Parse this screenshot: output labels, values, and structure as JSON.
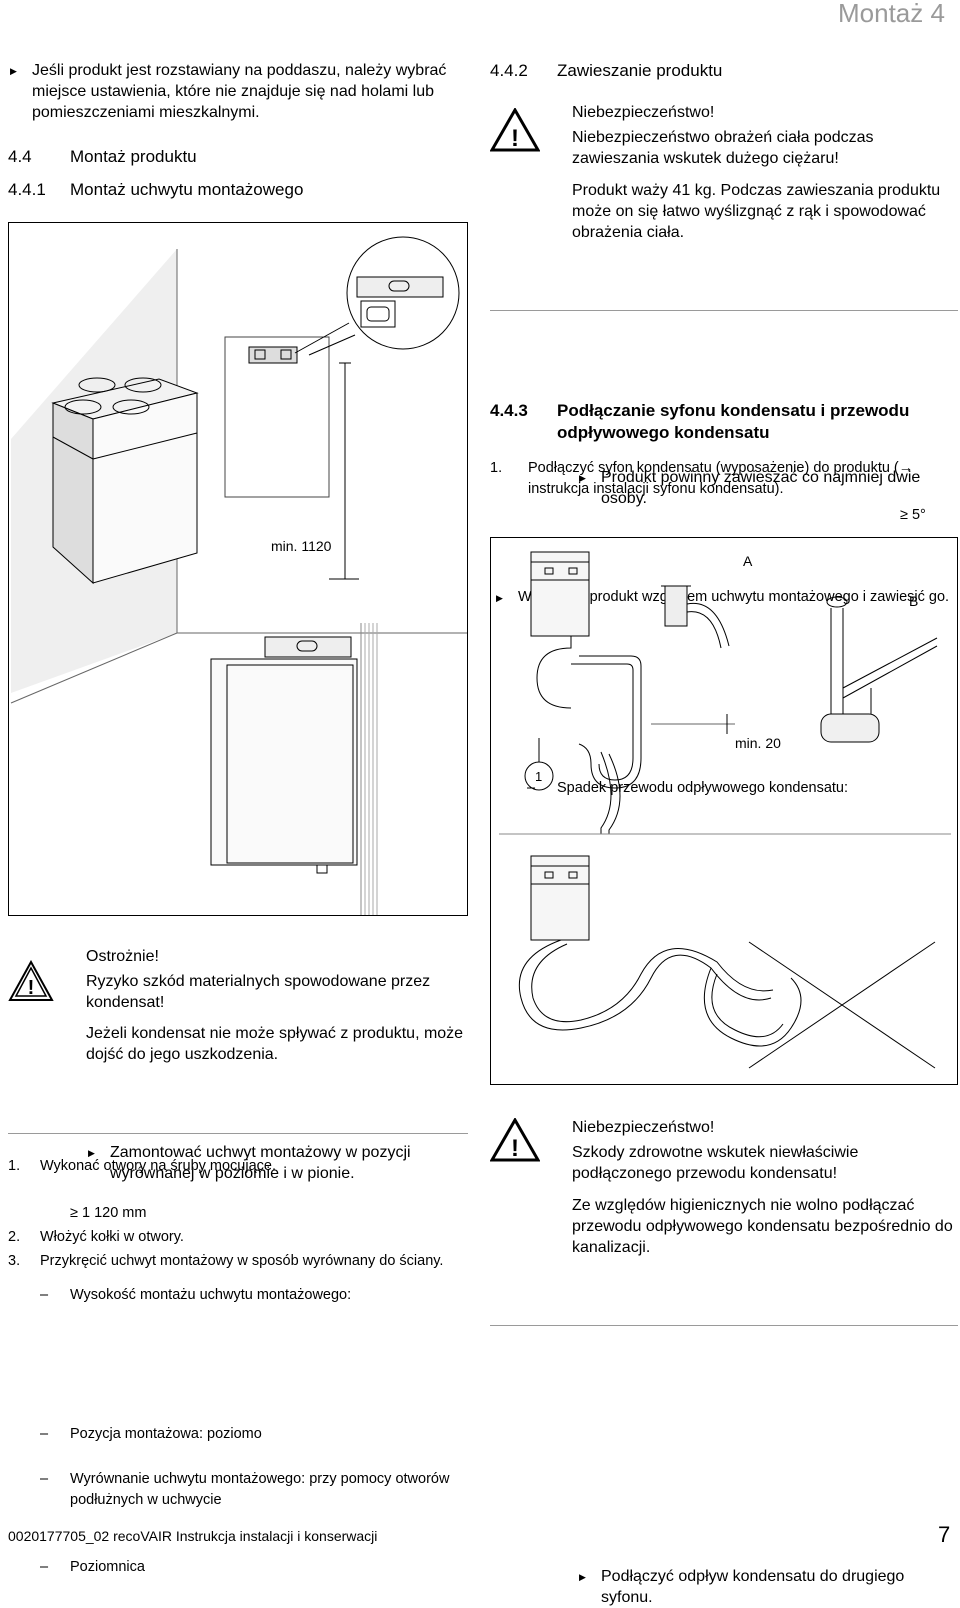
{
  "header": {
    "chapter": "Montaż 4"
  },
  "left_top": {
    "bullet": "Jeśli produkt jest rozstawiany na poddaszu, należy wybrać miejsce ustawienia, które nie znajduje się nad holami lub pomieszczeniami mieszkalnymi.",
    "h44_num": "4.4",
    "h44_title": "Montaż produktu",
    "h441_num": "4.4.1",
    "h441_title": "Montaż uchwytu montażowego"
  },
  "fig1": {
    "min_label": "min. 1120"
  },
  "caution": {
    "title": "Ostrożnie!",
    "subtitle": "Ryzyko szkód materialnych spowodowane przez kondensat!",
    "body": "Jeżeli kondensat nie może spływać z produktu, może dojść do jego uszkodzenia.",
    "bullet": "Zamontować uchwyt montażowy w pozycji wyrównanej w poziomie i w pionie."
  },
  "steps": {
    "s1_num": "1.",
    "s1": "Wykonać otwory na śruby mocujące.",
    "s1_sub": "Wysokość montażu uchwytu montażowego:",
    "s1_sub2": "≥ 1 120 mm",
    "s2_num": "2.",
    "s2": "Włożyć kołki w otwory.",
    "s3_num": "3.",
    "s3": "Przykręcić uchwyt montażowy w sposób wyrównany do ściany.",
    "s3_a": "Pozycja montażowa: poziomo",
    "s3_b": "Wyrównanie uchwytu montażowego: przy pomocy otworów podłużnych w uchwycie",
    "s3_c": "Poziomnica"
  },
  "right_top": {
    "h442_num": "4.4.2",
    "h442_title": "Zawieszanie produktu",
    "danger_title": "Niebezpieczeństwo!",
    "danger_subtitle": "Niebezpieczeństwo obrażeń ciała podczas zawieszania wskutek dużego ciężaru!",
    "danger_body": "Produkt waży 41 kg. Podczas zawieszania produktu może on się łatwo wyślizgnąć z rąk i spowodować obrażenia ciała.",
    "danger_bullet": "Produkt powinny zawieszać co najmniej dwie osoby.",
    "bullet2": "Wyrównać produkt względem uchwytu montażowego i zawiesić go.",
    "h443_num": "4.4.3",
    "h443_title": "Podłączanie syfonu kondensatu i przewodu odpływowego kondensatu",
    "step1_num": "1.",
    "step1": "Podłączyć syfon kondensatu (wyposażenie) do produktu (→ instrukcja instalacji syfonu kondensatu).",
    "step1_sub": "Spadek przewodu odpływowego kondensatu:",
    "step1_val": "≥ 5°"
  },
  "fig2": {
    "label_a": "A",
    "label_b": "B",
    "label_1": "1",
    "min_label": "min. 20"
  },
  "danger2": {
    "title": "Niebezpieczeństwo!",
    "subtitle": "Szkody zdrowotne wskutek niewłaściwie podłączonego przewodu kondensatu!",
    "body": "Ze względów higienicznych nie wolno podłączać przewodu odpływowego kondensatu bezpośrednio do kanalizacji.",
    "bullet": "Podłączyć odpływ kondensatu do drugiego syfonu."
  },
  "footer": {
    "doc": "0020177705_02 recoVAIR Instrukcja instalacji i konserwacji",
    "page": "7"
  }
}
